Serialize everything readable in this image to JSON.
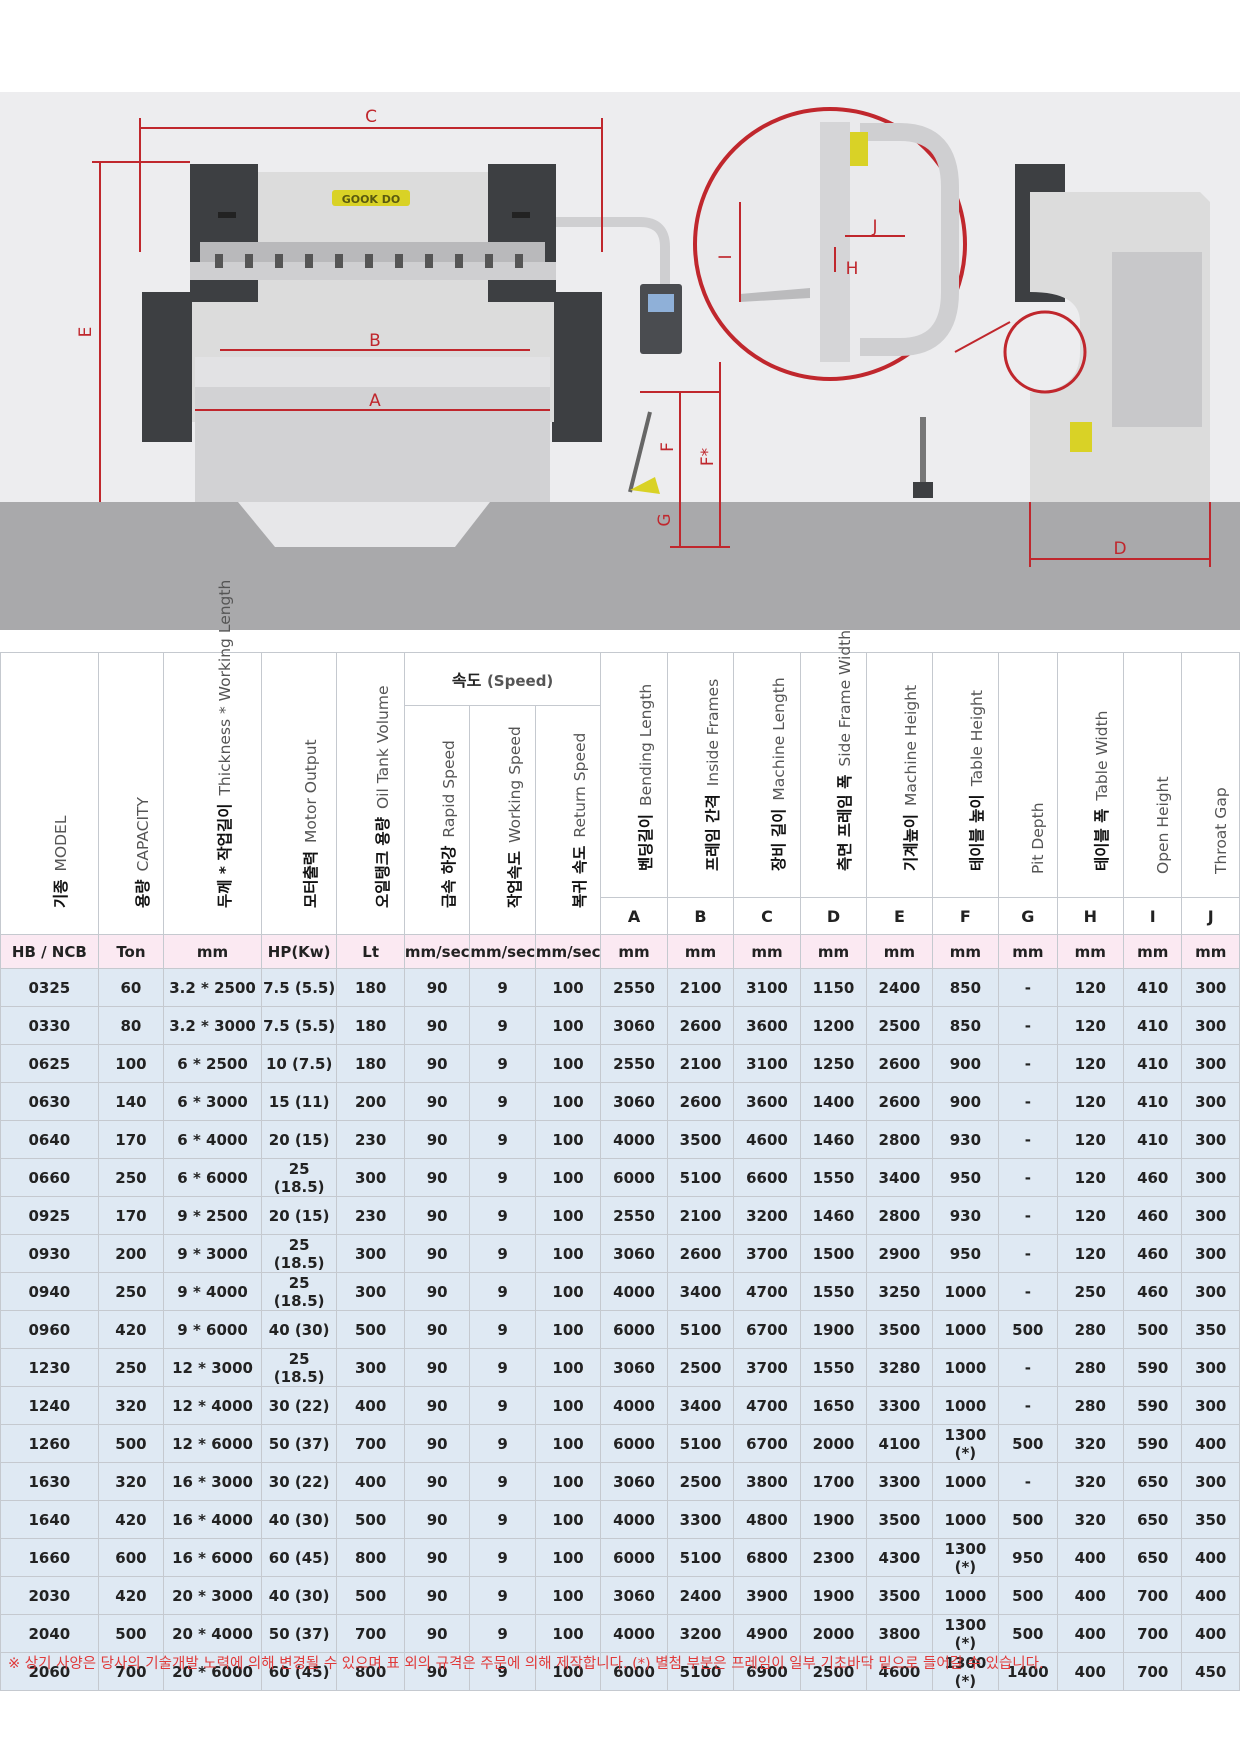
{
  "brand": "GOOK DO",
  "dimension_labels": {
    "A": "A",
    "B": "B",
    "C": "C",
    "D": "D",
    "E": "E",
    "F": "F",
    "Fstar": "F*",
    "G": "G",
    "H": "H",
    "I": "I",
    "J": "J"
  },
  "colors": {
    "dim_red": "#c0272d",
    "header_border": "#c5c9cf",
    "unit_row_bg": "#fbe9f2",
    "data_row_bg": "#dfe9f3",
    "note_red": "#e03a3a",
    "machine_dark": "#3d3f42",
    "machine_light": "#dcdcdc",
    "accent_yellow": "#d9d226",
    "floor": "#a9a9ab",
    "bg": "#ededef"
  },
  "table": {
    "speed_header": {
      "ko": "속도",
      "en": "(Speed)"
    },
    "headers": [
      {
        "ko": "기종",
        "en": "MODEL",
        "letter": ""
      },
      {
        "ko": "용량",
        "en": "CAPACITY",
        "letter": ""
      },
      {
        "ko": "두께 * 작업길이",
        "en": "Thickness * Working Length",
        "letter": ""
      },
      {
        "ko": "모터출력",
        "en": "Motor Output",
        "letter": ""
      },
      {
        "ko": "오일탱크 용량",
        "en": "Oil Tank Volume",
        "letter": ""
      },
      {
        "ko": "급속 하강",
        "en": "Rapid Speed",
        "letter": ""
      },
      {
        "ko": "작업속도",
        "en": "Working Speed",
        "letter": ""
      },
      {
        "ko": "복귀 속도",
        "en": "Return Speed",
        "letter": ""
      },
      {
        "ko": "벤딩길이",
        "en": "Bending Length",
        "letter": "A"
      },
      {
        "ko": "프레임 간격",
        "en": "Inside Frames",
        "letter": "B"
      },
      {
        "ko": "장비 길이",
        "en": "Machine Length",
        "letter": "C"
      },
      {
        "ko": "측면 프레임 폭",
        "en": "Side Frame Width",
        "letter": "D"
      },
      {
        "ko": "기계높이",
        "en": "Machine Height",
        "letter": "E"
      },
      {
        "ko": "테이블 높이",
        "en": "Table Height",
        "letter": "F"
      },
      {
        "ko": "",
        "en": "Pit Depth",
        "letter": "G"
      },
      {
        "ko": "테이블 폭",
        "en": "Table Width",
        "letter": "H"
      },
      {
        "ko": "",
        "en": "Open Height",
        "letter": "I"
      },
      {
        "ko": "",
        "en": "Throat Gap",
        "letter": "J"
      }
    ],
    "units": [
      "HB / NCB",
      "Ton",
      "mm",
      "HP(Kw)",
      "Lt",
      "mm/sec",
      "mm/sec",
      "mm/sec",
      "mm",
      "mm",
      "mm",
      "mm",
      "mm",
      "mm",
      "mm",
      "mm",
      "mm",
      "mm"
    ],
    "rows": [
      [
        "0325",
        "60",
        "3.2 * 2500",
        "7.5 (5.5)",
        "180",
        "90",
        "9",
        "100",
        "2550",
        "2100",
        "3100",
        "1150",
        "2400",
        "850",
        "-",
        "120",
        "410",
        "300"
      ],
      [
        "0330",
        "80",
        "3.2 * 3000",
        "7.5 (5.5)",
        "180",
        "90",
        "9",
        "100",
        "3060",
        "2600",
        "3600",
        "1200",
        "2500",
        "850",
        "-",
        "120",
        "410",
        "300"
      ],
      [
        "0625",
        "100",
        "6 * 2500",
        "10 (7.5)",
        "180",
        "90",
        "9",
        "100",
        "2550",
        "2100",
        "3100",
        "1250",
        "2600",
        "900",
        "-",
        "120",
        "410",
        "300"
      ],
      [
        "0630",
        "140",
        "6 * 3000",
        "15 (11)",
        "200",
        "90",
        "9",
        "100",
        "3060",
        "2600",
        "3600",
        "1400",
        "2600",
        "900",
        "-",
        "120",
        "410",
        "300"
      ],
      [
        "0640",
        "170",
        "6 * 4000",
        "20 (15)",
        "230",
        "90",
        "9",
        "100",
        "4000",
        "3500",
        "4600",
        "1460",
        "2800",
        "930",
        "-",
        "120",
        "410",
        "300"
      ],
      [
        "0660",
        "250",
        "6 * 6000",
        "25 (18.5)",
        "300",
        "90",
        "9",
        "100",
        "6000",
        "5100",
        "6600",
        "1550",
        "3400",
        "950",
        "-",
        "120",
        "460",
        "300"
      ],
      [
        "0925",
        "170",
        "9 * 2500",
        "20 (15)",
        "230",
        "90",
        "9",
        "100",
        "2550",
        "2100",
        "3200",
        "1460",
        "2800",
        "930",
        "-",
        "120",
        "460",
        "300"
      ],
      [
        "0930",
        "200",
        "9 * 3000",
        "25 (18.5)",
        "300",
        "90",
        "9",
        "100",
        "3060",
        "2600",
        "3700",
        "1500",
        "2900",
        "950",
        "-",
        "120",
        "460",
        "300"
      ],
      [
        "0940",
        "250",
        "9 * 4000",
        "25 (18.5)",
        "300",
        "90",
        "9",
        "100",
        "4000",
        "3400",
        "4700",
        "1550",
        "3250",
        "1000",
        "-",
        "250",
        "460",
        "300"
      ],
      [
        "0960",
        "420",
        "9 * 6000",
        "40 (30)",
        "500",
        "90",
        "9",
        "100",
        "6000",
        "5100",
        "6700",
        "1900",
        "3500",
        "1000",
        "500",
        "280",
        "500",
        "350"
      ],
      [
        "1230",
        "250",
        "12 * 3000",
        "25 (18.5)",
        "300",
        "90",
        "9",
        "100",
        "3060",
        "2500",
        "3700",
        "1550",
        "3280",
        "1000",
        "-",
        "280",
        "590",
        "300"
      ],
      [
        "1240",
        "320",
        "12 * 4000",
        "30 (22)",
        "400",
        "90",
        "9",
        "100",
        "4000",
        "3400",
        "4700",
        "1650",
        "3300",
        "1000",
        "-",
        "280",
        "590",
        "300"
      ],
      [
        "1260",
        "500",
        "12 * 6000",
        "50 (37)",
        "700",
        "90",
        "9",
        "100",
        "6000",
        "5100",
        "6700",
        "2000",
        "4100",
        "1300 (*)",
        "500",
        "320",
        "590",
        "400"
      ],
      [
        "1630",
        "320",
        "16 * 3000",
        "30 (22)",
        "400",
        "90",
        "9",
        "100",
        "3060",
        "2500",
        "3800",
        "1700",
        "3300",
        "1000",
        "-",
        "320",
        "650",
        "300"
      ],
      [
        "1640",
        "420",
        "16 * 4000",
        "40 (30)",
        "500",
        "90",
        "9",
        "100",
        "4000",
        "3300",
        "4800",
        "1900",
        "3500",
        "1000",
        "500",
        "320",
        "650",
        "350"
      ],
      [
        "1660",
        "600",
        "16 * 6000",
        "60 (45)",
        "800",
        "90",
        "9",
        "100",
        "6000",
        "5100",
        "6800",
        "2300",
        "4300",
        "1300 (*)",
        "950",
        "400",
        "650",
        "400"
      ],
      [
        "2030",
        "420",
        "20 * 3000",
        "40 (30)",
        "500",
        "90",
        "9",
        "100",
        "3060",
        "2400",
        "3900",
        "1900",
        "3500",
        "1000",
        "500",
        "400",
        "700",
        "400"
      ],
      [
        "2040",
        "500",
        "20 * 4000",
        "50 (37)",
        "700",
        "90",
        "9",
        "100",
        "4000",
        "3200",
        "4900",
        "2000",
        "3800",
        "1300 (*)",
        "500",
        "400",
        "700",
        "400"
      ],
      [
        "2060",
        "700",
        "20 * 6000",
        "60 (45)",
        "800",
        "90",
        "9",
        "100",
        "6000",
        "5100",
        "6900",
        "2500",
        "4600",
        "1300 (*)",
        "1400",
        "400",
        "700",
        "450"
      ]
    ]
  },
  "footnote": "※ 상기 사양은 당사의 기술개발 노력에 의해 변경될 수 있으며 표 외의 규격은 주문에 의해 제작합니다.   (*) 별첨 부분은 프레임이 일부 기초바닥 밑으로 들어갈 수 있습니다."
}
